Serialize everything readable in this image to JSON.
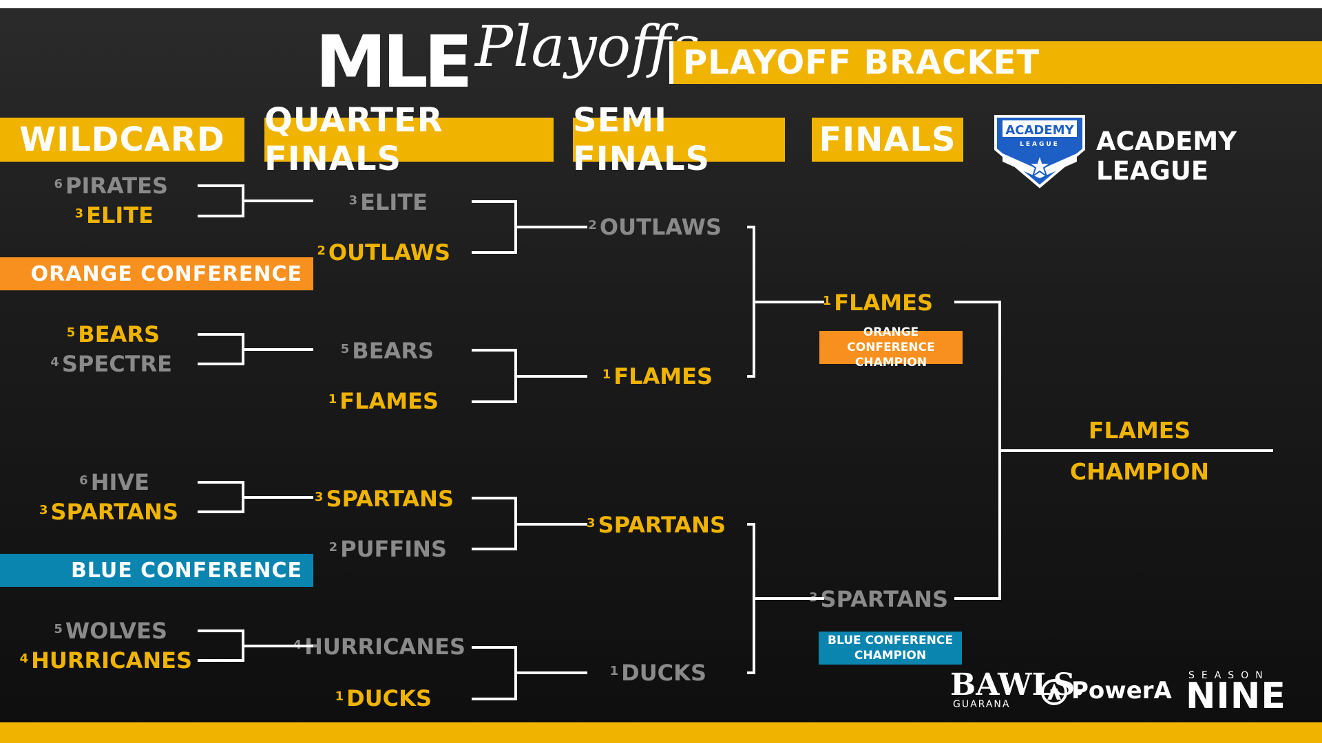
{
  "header": {
    "logo_main": "MLE",
    "logo_script": "Playoffs",
    "title": "PLAYOFF BRACKET",
    "league_name": "ACADEMY LEAGUE",
    "league_badge_top": "ACADEMY",
    "league_badge_sub": "LEAGUE"
  },
  "rounds": {
    "wildcard": "WILDCARD",
    "quarter": "QUARTER FINALS",
    "semi": "SEMI FINALS",
    "finals": "FINALS"
  },
  "conferences": {
    "orange": "ORANGE CONFERENCE",
    "blue": "BLUE CONFERENCE",
    "orange_champ_1": "ORANGE CONFERENCE",
    "orange_champ_2": "CHAMPION",
    "blue_champ_1": "BLUE CONFERENCE",
    "blue_champ_2": "CHAMPION"
  },
  "colors": {
    "gold": "#f0b400",
    "orange": "#f7901e",
    "blue": "#0a85b0",
    "loser": "#8a8a8a"
  },
  "wildcard": [
    {
      "seed": "6",
      "name": "PIRATES"
    },
    {
      "seed": "3",
      "name": "ELITE"
    },
    {
      "seed": "5",
      "name": "BEARS"
    },
    {
      "seed": "4",
      "name": "SPECTRE"
    },
    {
      "seed": "6",
      "name": "HIVE"
    },
    {
      "seed": "3",
      "name": "SPARTANS"
    },
    {
      "seed": "5",
      "name": "WOLVES"
    },
    {
      "seed": "4",
      "name": "HURRICANES"
    }
  ],
  "quarter": [
    {
      "seed": "3",
      "name": "ELITE"
    },
    {
      "seed": "2",
      "name": "OUTLAWS"
    },
    {
      "seed": "5",
      "name": "BEARS"
    },
    {
      "seed": "1",
      "name": "FLAMES"
    },
    {
      "seed": "3",
      "name": "SPARTANS"
    },
    {
      "seed": "2",
      "name": "PUFFINS"
    },
    {
      "seed": "4",
      "name": "HURRICANES"
    },
    {
      "seed": "1",
      "name": "DUCKS"
    }
  ],
  "semi": [
    {
      "seed": "2",
      "name": "OUTLAWS"
    },
    {
      "seed": "1",
      "name": "FLAMES"
    },
    {
      "seed": "3",
      "name": "SPARTANS"
    },
    {
      "seed": "1",
      "name": "DUCKS"
    }
  ],
  "finals": [
    {
      "seed": "1",
      "name": "FLAMES"
    },
    {
      "seed": "3",
      "name": "SPARTANS"
    }
  ],
  "champion": {
    "name": "FLAMES",
    "label": "CHAMPION"
  },
  "sponsors": {
    "bawls": "BAWLS.",
    "bawls_sub": "GUARANA",
    "powera": "PowerA",
    "season": "SEASON",
    "nine": "NINE"
  }
}
